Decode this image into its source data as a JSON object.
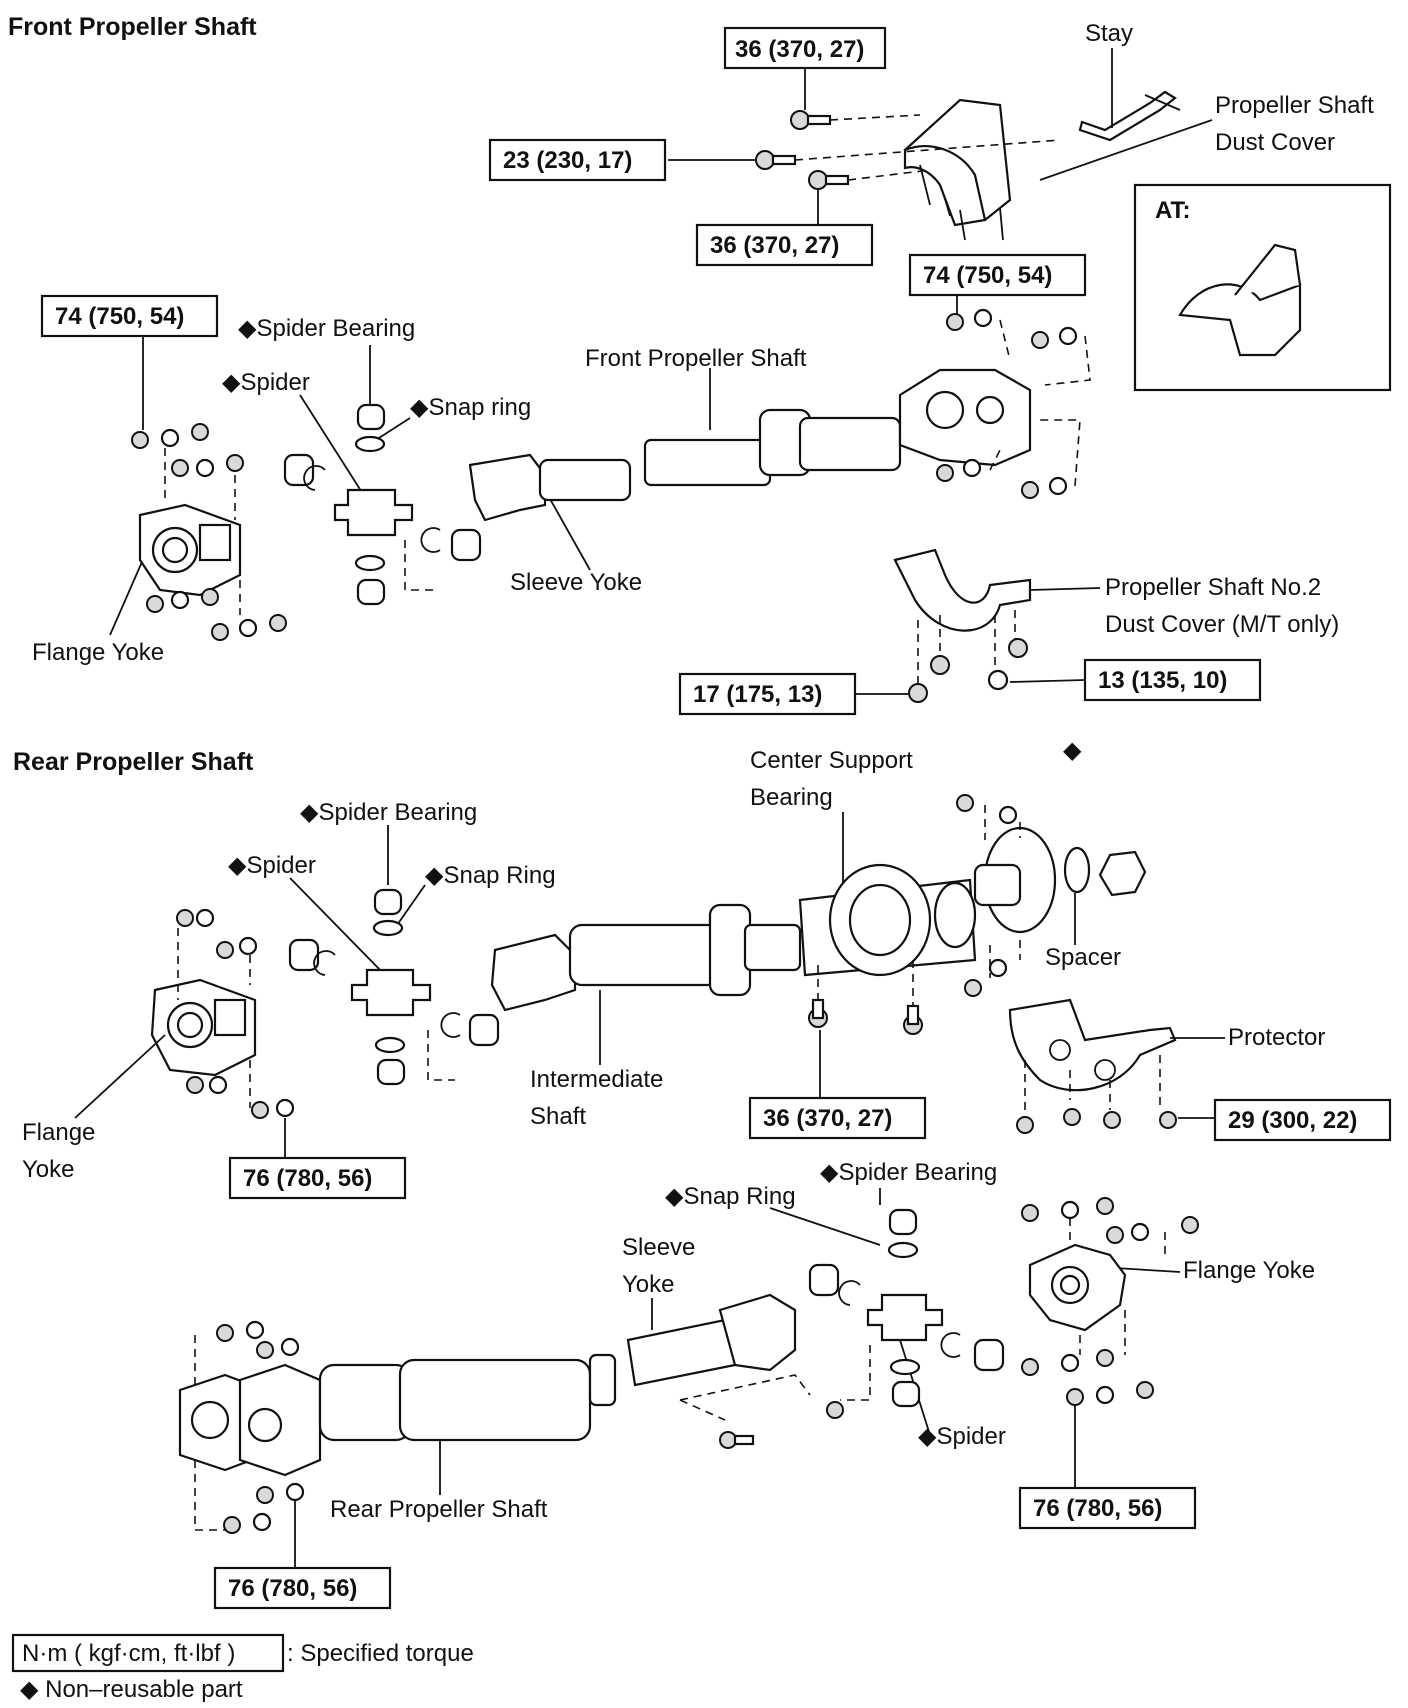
{
  "sections": {
    "front_title": "Front Propeller Shaft",
    "rear_title": "Rear Propeller Shaft"
  },
  "labels": {
    "stay": "Stay",
    "prop_dust_cover_1": "Propeller Shaft",
    "prop_dust_cover_2": "Dust Cover",
    "at": "AT:",
    "front_spider_bearing": "◆Spider Bearing",
    "front_spider": "◆Spider",
    "front_snap_ring": "◆Snap ring",
    "front_propeller_shaft": "Front Propeller Shaft",
    "front_sleeve_yoke": "Sleeve Yoke",
    "front_flange_yoke": "Flange Yoke",
    "no2_cover_1": "Propeller Shaft No.2",
    "no2_cover_2": "Dust Cover (M/T only)",
    "center_support_1": "Center Support",
    "center_support_2": "Bearing",
    "standalone_diamond": "◆",
    "rear_spider_bearing": "◆Spider Bearing",
    "rear_spider": "◆Spider",
    "rear_snap_ring": "◆Snap Ring",
    "spacer": "Spacer",
    "protector": "Protector",
    "intermediate_1": "Intermediate",
    "intermediate_2": "Shaft",
    "rear_flange_yoke_1": "Flange",
    "rear_flange_yoke_2": "Yoke",
    "lower_snap_ring": "◆Snap Ring",
    "lower_spider_bearing": "◆Spider Bearing",
    "lower_sleeve_1": "Sleeve",
    "lower_sleeve_2": "Yoke",
    "lower_flange_yoke": "Flange Yoke",
    "lower_spider": "◆Spider",
    "rear_propeller_shaft": "Rear Propeller Shaft"
  },
  "torques": {
    "t1": "36 (370, 27)",
    "t2": "23 (230, 17)",
    "t3": "36 (370, 27)",
    "t4": "74 (750, 54)",
    "t5": "74 (750, 54)",
    "t6": "17 (175, 13)",
    "t7": "13 (135, 10)",
    "t8": "36 (370, 27)",
    "t9": "29 (300, 22)",
    "t10": "76 (780, 56)",
    "t11": "76 (780, 56)",
    "t12": "76 (780, 56)"
  },
  "legend": {
    "unit_box": "N·m ( kgf·cm, ft·lbf )",
    "unit_text": ": Specified torque",
    "non_reusable": "◆ Non–reusable part"
  }
}
